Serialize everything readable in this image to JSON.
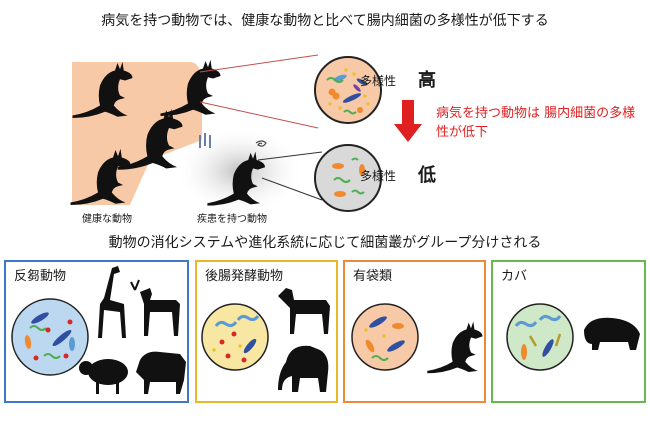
{
  "title": "病気を持つ動物では、健康な動物と比べて腸内細菌の多様性が低下する",
  "high": {
    "label": "多様性",
    "value": "高"
  },
  "low": {
    "label": "多様性",
    "value": "低"
  },
  "red_note": "病気を持つ動物は 腸内細菌の多様性が低下",
  "healthy_label": "健康な動物",
  "disease_label": "疾患を持つ動物",
  "subtitle": "動物の消化システムや進化系統に応じて細菌叢がグループ分けされる",
  "groups": [
    {
      "label": "反芻動物",
      "color": "#3f78c8"
    },
    {
      "label": "後腸発酵動物",
      "color": "#e8b82a"
    },
    {
      "label": "有袋類",
      "color": "#ec8a3b"
    },
    {
      "label": "カバ",
      "color": "#66b84f"
    }
  ],
  "colors": {
    "healthy_bg": "#f7c9a7",
    "disease_bg": "#d9d9d9",
    "arrow": "#e02020"
  }
}
